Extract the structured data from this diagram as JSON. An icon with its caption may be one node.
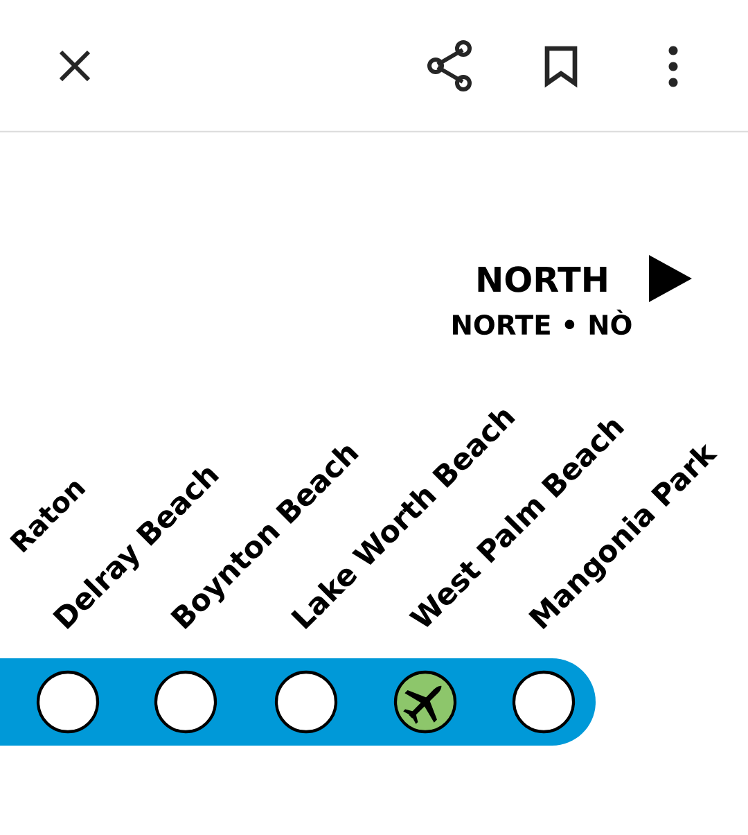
{
  "diagram": {
    "nodes": [
      {
        "text": [],
        "shape": "bar"
      },
      {
        "text": [],
        "shape": "circle",
        "beside": [
          "Delray Beach"
        ],
        "in": 0
      },
      {
        "text": [],
        "shape": "circle",
        "beside": [
          "Boynton Beach"
        ],
        "in": 0
      },
      {
        "text": [],
        "shape": "circle",
        "beside": [
          "Lake Worth Beach"
        ],
        "in": 0
      },
      {
        "text": [],
        "shape": "circle",
        "beside": [
          "West Palm Beach"
        ],
        "in": 0
      },
      {
        "text": [],
        "shape": "circle",
        "beside": [
          "Mangonia Park"
        ],
        "in": 0
      }
    ],
    "labels": [
      "NORTH",
      "NORTE • NÒ",
      "Raton"
    ]
  }
}
